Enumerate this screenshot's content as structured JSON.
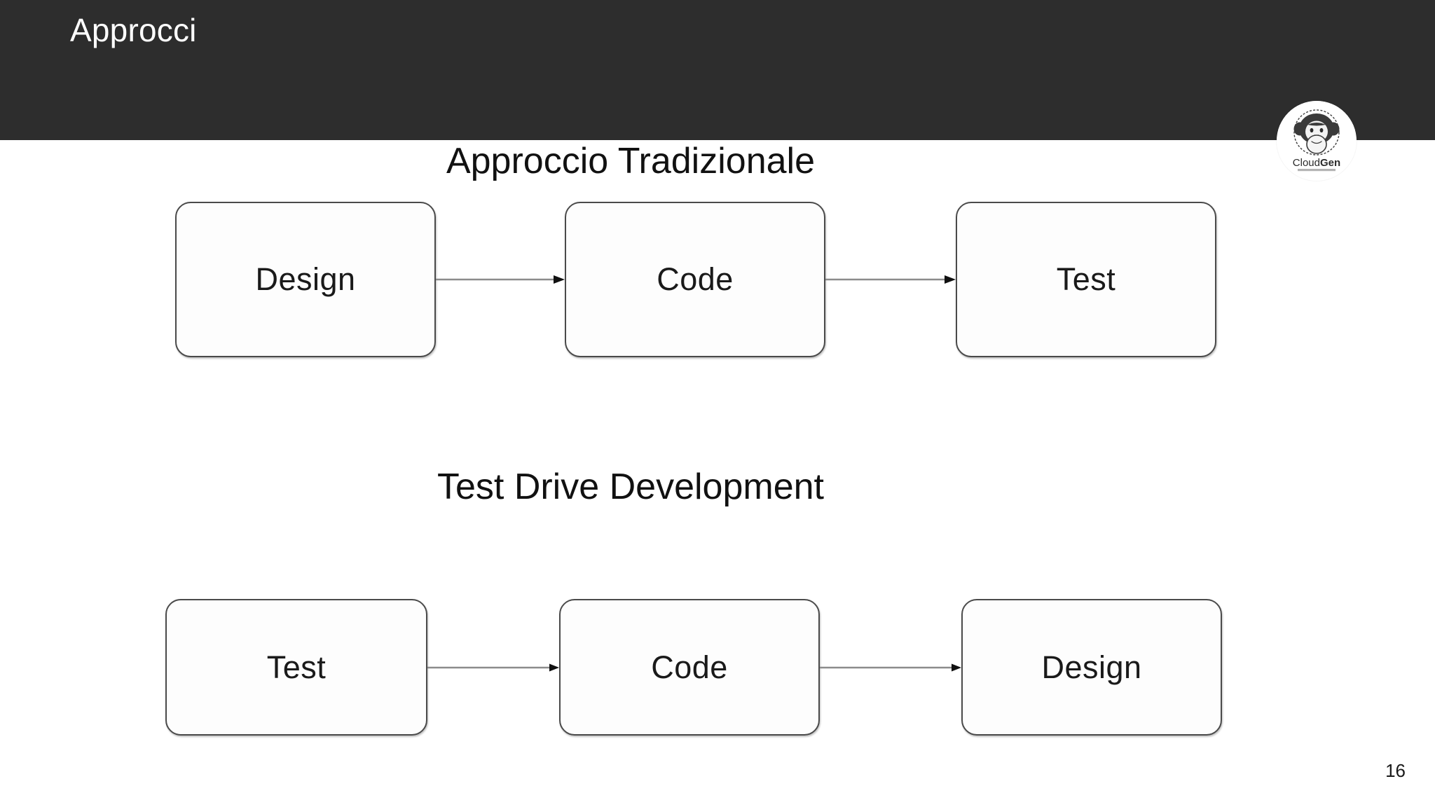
{
  "slide": {
    "title": "Approcci",
    "page_number": "16",
    "header_color": "#2d2d2d",
    "background_color": "#ffffff"
  },
  "logo": {
    "name": "cloudgen-logo",
    "text_light": "Cloud",
    "text_bold": "Gen"
  },
  "sections": [
    {
      "heading": "Approccio Tradizionale",
      "steps": [
        {
          "label": "Design"
        },
        {
          "label": "Code"
        },
        {
          "label": "Test"
        }
      ],
      "connectors": [
        {
          "name": "arrow-design-to-code"
        },
        {
          "name": "arrow-code-to-test"
        }
      ]
    },
    {
      "heading": "Test Drive Development",
      "steps": [
        {
          "label": "Test"
        },
        {
          "label": "Code"
        },
        {
          "label": "Design"
        }
      ],
      "connectors": [
        {
          "name": "arrow-test-to-code"
        },
        {
          "name": "arrow-code-to-design"
        }
      ]
    }
  ]
}
